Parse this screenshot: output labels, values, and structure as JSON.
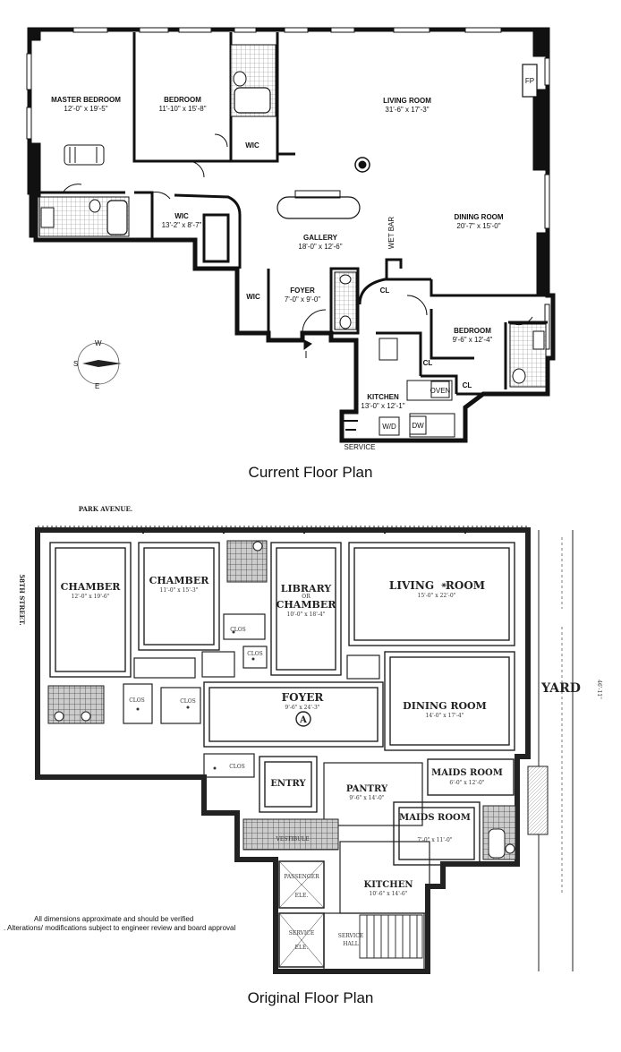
{
  "current": {
    "caption": "Current Floor Plan",
    "compass": {
      "n": "W",
      "s": "E",
      "w": "S"
    },
    "rooms": {
      "master_bedroom": {
        "name": "MASTER BEDROOM",
        "dim": "12'-0\" x 19'-5\""
      },
      "bedroom1": {
        "name": "BEDROOM",
        "dim": "11'-10\" x 15'-8\""
      },
      "living": {
        "name": "LIVING ROOM",
        "dim": "31'-6\" x 17'-3\""
      },
      "wic_top": {
        "name": "WIC"
      },
      "fp": {
        "name": "FP"
      },
      "wic2": {
        "name": "WIC",
        "dim": "13'-2\" x 8'-7\""
      },
      "gallery": {
        "name": "GALLERY",
        "dim": "18'-0\" x 12'-6\""
      },
      "wet_bar": {
        "name": "WET BAR"
      },
      "dining": {
        "name": "DINING ROOM",
        "dim": "20'-7\" x 15'-0\""
      },
      "wic3": {
        "name": "WIC"
      },
      "foyer": {
        "name": "FOYER",
        "dim": "7'-0\" x 9'-0\""
      },
      "cl1": {
        "name": "CL"
      },
      "bedroom2": {
        "name": "BEDROOM",
        "dim": "9'-6\" x 12'-4\""
      },
      "cl2": {
        "name": "CL"
      },
      "cl3": {
        "name": "CL"
      },
      "kitchen": {
        "name": "KITCHEN",
        "dim": "13'-0\" x 12'-1\""
      },
      "oven": "OVEN",
      "dw": "DW",
      "wd": "W/D",
      "service": "SERVICE"
    }
  },
  "original": {
    "caption": "Original Floor Plan",
    "street_top": "PARK AVENUE.",
    "street_side": "58TH STREET.",
    "yard": "YARD",
    "yard_dim": "46'-11\"",
    "rooms": {
      "chamber1": {
        "name": "CHAMBER",
        "dim": "12'-0\" x 19'-6\""
      },
      "chamber2": {
        "name": "CHAMBER",
        "dim": "11'-0\" x 15'-3\""
      },
      "library": {
        "name": "LIBRARY",
        "sub": "OR",
        "name2": "CHAMBER",
        "dim": "10'-0\" x 18'-4\""
      },
      "living": {
        "name": "LIVING",
        "mark": "✳",
        "name2": "ROOM",
        "dim": "15'-0\" x 22'-0\""
      },
      "clos1": "CLOS",
      "clos2": "CLOS",
      "clos3": "CLOS",
      "clos4": "CLOS",
      "clos5": "CLOS",
      "foyer": {
        "name": "FOYER",
        "dim": "9'-6\" x 24'-3\"",
        "mark": "A"
      },
      "dining": {
        "name": "DINING ROOM",
        "dim": "14'-0\" x 17'-4\""
      },
      "entry": {
        "name": "ENTRY"
      },
      "pantry": {
        "name": "PANTRY",
        "dim": "9'-6\" x 14'-0\""
      },
      "maids1": {
        "name": "MAIDS ROOM",
        "dim": "6'-0\" x 12'-0\""
      },
      "maids2": {
        "name": "MAIDS ROOM",
        "dim": "7'-0\" x 11'-0\""
      },
      "vestibule": "VESTIBULE",
      "passenger": {
        "name": "PASSENGER",
        "name2": "ELE."
      },
      "kitchen": {
        "name": "KITCHEN",
        "dim": "10'-6\" x 14'-6\""
      },
      "service_ele": {
        "name": "SERVICE",
        "name2": "ELE."
      },
      "service_hall": {
        "name": "SERVICE",
        "name2": "HALL"
      }
    }
  },
  "notes": {
    "line1": "All dimensions approximate and should be verified",
    "line2": ". Alterations/ modifications subject to engineer review and board approval"
  }
}
